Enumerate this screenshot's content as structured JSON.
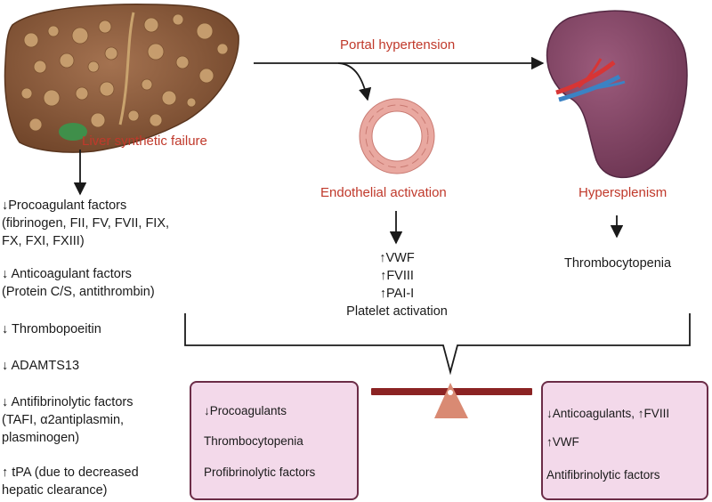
{
  "portal": "Portal hypertension",
  "liver_label": "Liver synthetic failure",
  "endo_label": "Endothelial activation",
  "hyper_label": "Hypersplenism",
  "thrombocytopenia": "Thrombocytopenia",
  "left_list": [
    [
      "↓Procoagulant factors",
      "(fibrinogen, FII, FV, FVII, FIX,",
      "FX,  FXI, FXIII)"
    ],
    [
      "↓ Anticoagulant factors",
      "(Protein C/S, antithrombin)"
    ],
    [
      "↓ Thrombopoeitin"
    ],
    [
      "↓ ADAMTS13"
    ],
    [
      "↓ Antifibrinolytic factors",
      "(TAFI, α2antiplasmin,",
      "plasminogen)"
    ],
    [
      "↑ tPA (due to decreased",
      "hepatic clearance)"
    ]
  ],
  "middle_list": [
    "↑VWF",
    "↑FVIII",
    "↑PAI-I",
    "Platelet activation"
  ],
  "box_left": [
    "↓Procoagulants",
    "Thrombocytopenia",
    "Profibrinolytic factors"
  ],
  "box_right": [
    "↓Anticoagulants, ↑FVIII",
    "↑VWF",
    "Antifibrinolytic factors"
  ],
  "colors": {
    "label_red": "#c0392b",
    "box_fill": "#f3d9ea",
    "box_border": "#6b2c47",
    "beam": "#8b2323",
    "fulcrum": "#d98a73",
    "liver": "#8a5a3c",
    "spleen": "#7a3f5c",
    "vessel": "#e9a8a0"
  }
}
